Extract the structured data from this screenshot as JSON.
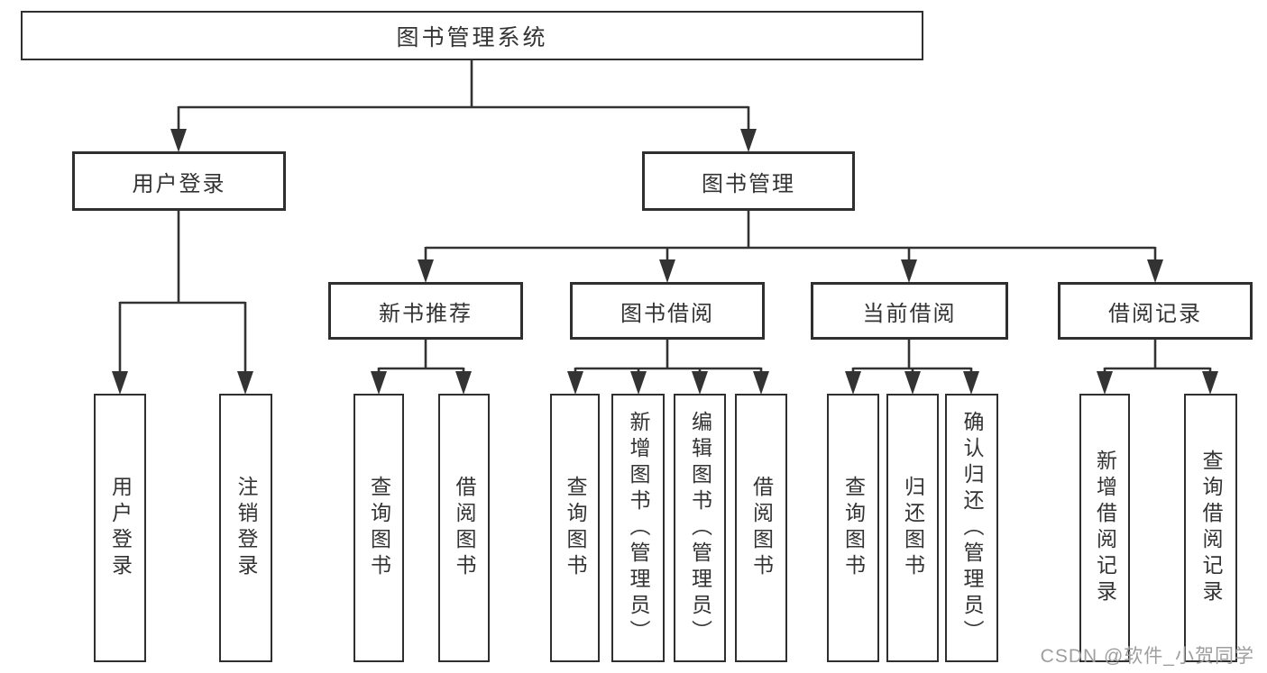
{
  "nodes": {
    "root": "图书管理系统",
    "user_login": "用户登录",
    "book_mgmt": "图书管理",
    "new_book_rec": "新书推荐",
    "book_borrow": "图书借阅",
    "current_borrow": "当前借阅",
    "borrow_records": "借阅记录",
    "leaves": {
      "user_login": "用户登录",
      "logout": "注销登录",
      "rec_query": "查询图书",
      "rec_borrow": "借阅图书",
      "bb_query": "查询图书",
      "bb_add": "新增图书（管理员）",
      "bb_edit": "编辑图书（管理员）",
      "bb_borrow": "借阅图书",
      "cb_query": "查询图书",
      "cb_return": "归还图书",
      "cb_confirm": "确认归还（管理员）",
      "br_add": "新增借阅记录",
      "br_query": "查询借阅记录"
    }
  },
  "watermark": "CSDN @软件_小贺同学",
  "colors": {
    "line": "#333333",
    "text": "#333333",
    "watermark": "#9e9e9e",
    "background": "#ffffff"
  }
}
